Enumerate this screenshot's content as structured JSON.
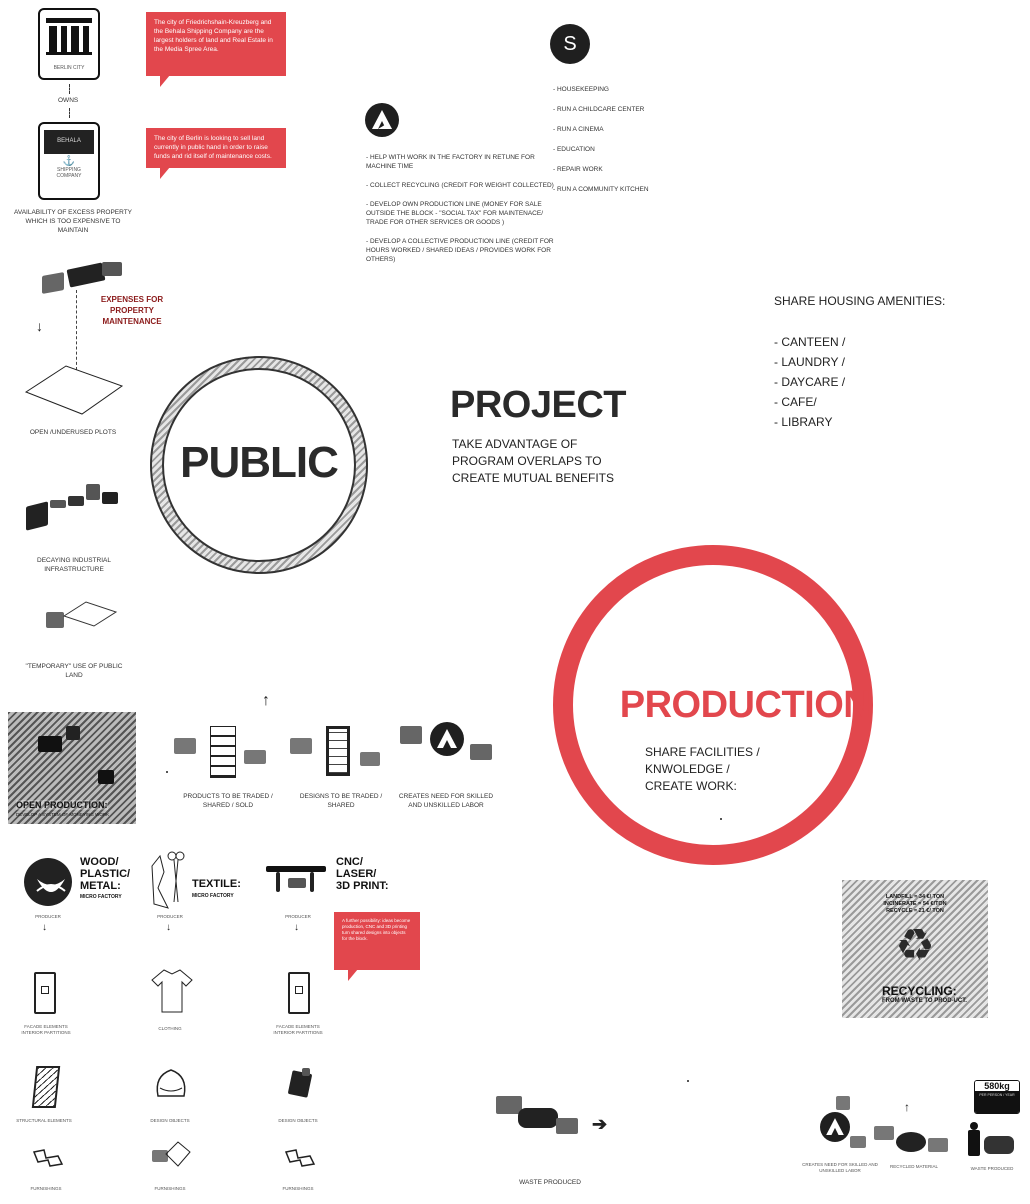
{
  "top_left": {
    "berlin_label": "BERLIN CITY",
    "owns": "OWNS",
    "behala_label": "BEHALA",
    "shipping_label": "SHIPPING\nCOMPANY",
    "availability": "AVAILABILITY OF EXCESS PROPERTY WHICH IS TOO EXPENSIVE TO MAINTAIN",
    "expenses": "EXPENSES FOR PROPERTY MAINTENANCE",
    "open_plots": "OPEN /UNDERUSED PLOTS",
    "decaying": "DECAYING INDUSTRIAL INFRASTRUCTURE",
    "temporary": "\"TEMPORARY\" USE OF PUBLIC LAND"
  },
  "bubbles": {
    "bubble1": "The city of Friedrichshain-Kreuzberg and the Behala Shipping Company are the largest holders of land and Real Estate in the Media Spree Area.",
    "bubble2": "The city of Berlin is looking to sell land currently in public hand in order to raise funds and rid itself of maintenance costs."
  },
  "a_list": [
    "- HELP WITH WORK IN THE FACTORY IN RETUNE FOR MACHINE TIME",
    "- COLLECT RECYCLING (CREDIT FOR WEIGHT COLLECTED)",
    "- DEVELOP OWN PRODUCTION LINE (MONEY FOR SALE OUTSIDE THE BLOCK - \"SOCIAL TAX\" FOR MAINTENACE/ TRADE FOR OTHER SERVICES OR GOODS )",
    "- DEVELOP A COLLECTIVE PRODUCTION LINE (CREDIT FOR HOURS WORKED / SHARED IDEAS / PROVIDES WORK FOR OTHERS)"
  ],
  "s_icon": {
    "letter": "S"
  },
  "s_list": [
    "- HOUSEKEEPING",
    "- RUN A CHILDCARE CENTER",
    "- RUN A CINEMA",
    "- EDUCATION",
    "- REPAIR WORK",
    "- RUN A COMMUNITY KITCHEN"
  ],
  "amenities": {
    "title": "SHARE HOUSING AMENITIES:",
    "items": [
      "- CANTEEN /",
      "- LAUNDRY /",
      "- DAYCARE /",
      "- CAFE/",
      "- LIBRARY"
    ]
  },
  "project": {
    "title": "PROJECT",
    "subtitle_1": "TAKE ADVANTAGE OF",
    "subtitle_2": "PROGRAM OVERLAPS TO",
    "subtitle_3": "CREATE MUTUAL BENEFITS"
  },
  "public": {
    "label": "PUBLIC"
  },
  "production": {
    "label": "PRODUCTION",
    "sub_1": "SHARE FACILITIES /",
    "sub_2": "KNWOLEDGE /",
    "sub_3": "CREATE WORK:"
  },
  "open_production": {
    "title": "OPEN PRODUCTION:",
    "sub": "DEVELOP A SYSTEM OF MONEYING WORK"
  },
  "middle_row": [
    "PRODUCTS TO BE TRADED / SHARED / SOLD",
    "DESIGNS TO BE TRADED / SHARED",
    "CREATES NEED FOR SKILLED AND UNSKILLED LABOR"
  ],
  "recycling": {
    "line1": "LANDFILL = 34 €/ TON",
    "line2": "INCINERATE = 54 €/TON",
    "line3": "RECYCLE = 21 €/ TON",
    "title": "RECYCLING:",
    "sub": "FROM WASTE TO PROD-UCT."
  },
  "factories": {
    "wood": {
      "title": "WOOD/\nPLASTIC/\nMETAL:",
      "sub": "MICRO FACTORY"
    },
    "textile": {
      "title": "TEXTILE:",
      "sub": "MICRO FACTORY"
    },
    "cnc": {
      "title": "CNC/\nLASER/\n3D PRINT:"
    }
  },
  "bubble3": "A further possibility: ideas become production, CNC and 3D printing turn shared designs into objects for the block.",
  "col1": [
    "PRODUCER",
    "FACADE ELEMENTS INTERIOR PARTITIONS",
    "STRUCTURAL ELEMENTS",
    "FURNISHINGS"
  ],
  "col2": [
    "PRODUCER",
    "CLOTHING",
    "DESIGN OBJECTS",
    "FURNISHINGS"
  ],
  "col3": [
    "PRODUCER",
    "FACADE ELEMENTS INTERIOR PARTITIONS",
    "DESIGN OBJECTS",
    "FURNISHINGS"
  ],
  "waste": {
    "label": "WASTE PRODUCED"
  },
  "bottom_right": {
    "created_need": "CREATES NEED FOR SKILLED AND UNSKILLED LABOR",
    "recycled": "RECYCLED MATERIAL",
    "waste": "WASTE PRODUCED",
    "weight": "580kg",
    "weight_sub": "PER PERSON / YEAR"
  },
  "colors": {
    "accent_red": "#e2474d",
    "dark_red": "#8b1a1a",
    "ink": "#2a2a2a"
  }
}
